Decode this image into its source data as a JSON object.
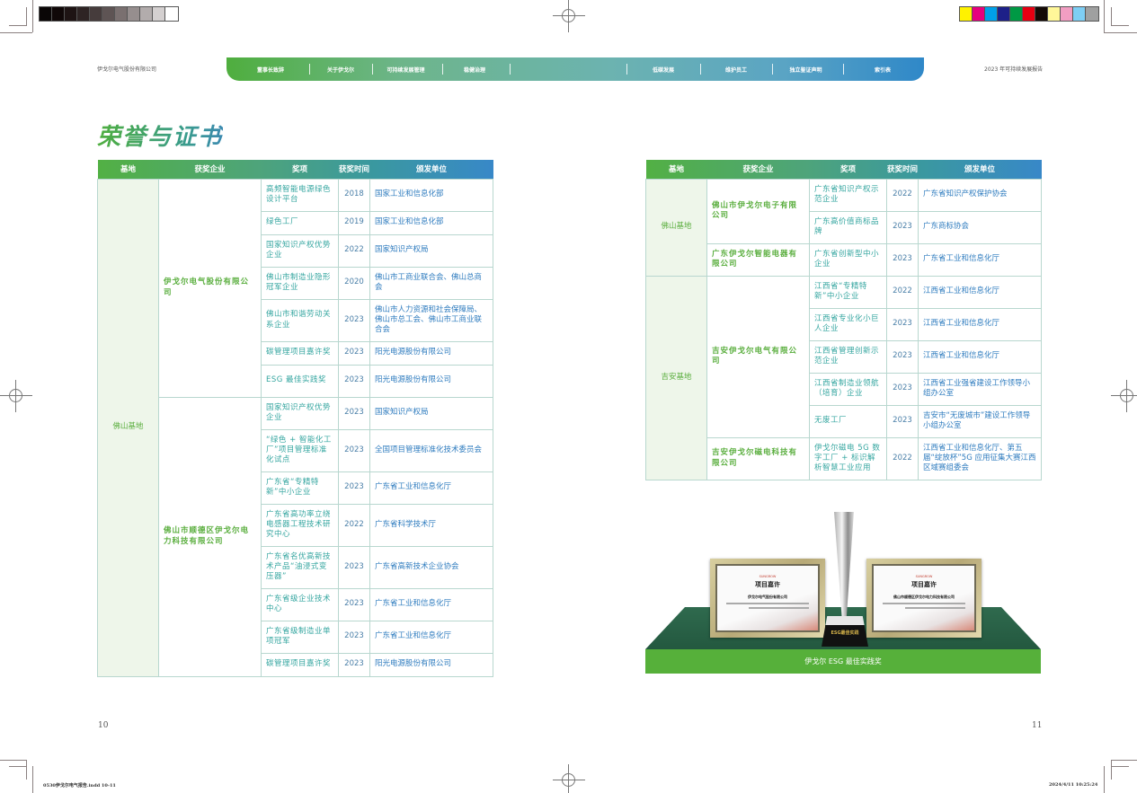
{
  "header": {
    "company_left": "伊戈尔电气股份有限公司",
    "report_right": "2023 年可持续发展报告",
    "nav": [
      {
        "label": "董事长致辞"
      },
      {
        "label": "关于伊戈尔"
      },
      {
        "label": "可持续发展管理"
      },
      {
        "label": "稳健治理"
      },
      {
        "label": ""
      },
      {
        "label": "低碳发展"
      },
      {
        "label": "维护员工"
      },
      {
        "label": "独立鉴证声明"
      },
      {
        "label": "索引表"
      }
    ]
  },
  "page_title": "荣誉与证书",
  "table_headers": [
    "基地",
    "获奖企业",
    "奖项",
    "获奖时间",
    "颁发单位"
  ],
  "left_table": {
    "base": "佛山基地",
    "groups": [
      {
        "company": "伊戈尔电气股份有限公司",
        "rows": [
          {
            "award": "高频智能电源绿色设计平台",
            "year": "2018",
            "issuer": "国家工业和信息化部"
          },
          {
            "award": "绿色工厂",
            "year": "2019",
            "issuer": "国家工业和信息化部"
          },
          {
            "award": "国家知识产权优势企业",
            "year": "2022",
            "issuer": "国家知识产权局"
          },
          {
            "award": "佛山市制造业隐形冠军企业",
            "year": "2020",
            "issuer": "佛山市工商业联合会、佛山总商会"
          },
          {
            "award": "佛山市和谐劳动关系企业",
            "year": "2023",
            "issuer": "佛山市人力资源和社会保障局、佛山市总工会、佛山市工商业联合会"
          },
          {
            "award": "碳管理项目嘉许奖",
            "year": "2023",
            "issuer": "阳光电源股份有限公司"
          },
          {
            "award": "ESG 最佳实践奖",
            "year": "2023",
            "issuer": "阳光电源股份有限公司"
          }
        ]
      },
      {
        "company": "佛山市顺德区伊戈尔电力科技有限公司",
        "rows": [
          {
            "award": "国家知识产权优势企业",
            "year": "2023",
            "issuer": "国家知识产权局"
          },
          {
            "award": "“绿色 + 智能化工厂”项目管理标准化试点",
            "year": "2023",
            "issuer": "全国项目管理标准化技术委员会"
          },
          {
            "award": "广东省“专精特新”中小企业",
            "year": "2023",
            "issuer": "广东省工业和信息化厅"
          },
          {
            "award": "广东省高功率立绕电感器工程技术研究中心",
            "year": "2022",
            "issuer": "广东省科学技术厅"
          },
          {
            "award": "广东省名优高新技术产品“油浸式变压器”",
            "year": "2023",
            "issuer": "广东省高新技术企业协会"
          },
          {
            "award": "广东省级企业技术中心",
            "year": "2023",
            "issuer": "广东省工业和信息化厅"
          },
          {
            "award": "广东省级制造业单项冠军",
            "year": "2023",
            "issuer": "广东省工业和信息化厅"
          },
          {
            "award": "碳管理项目嘉许奖",
            "year": "2023",
            "issuer": "阳光电源股份有限公司"
          }
        ]
      }
    ]
  },
  "right_table": {
    "sections": [
      {
        "base": "佛山基地",
        "groups": [
          {
            "company": "佛山市伊戈尔电子有限公司",
            "rows": [
              {
                "award": "广东省知识产权示范企业",
                "year": "2022",
                "issuer": "广东省知识产权保护协会"
              },
              {
                "award": "广东高价值商标品牌",
                "year": "2023",
                "issuer": "广东商标协会"
              }
            ]
          },
          {
            "company": "广东伊戈尔智能电器有限公司",
            "rows": [
              {
                "award": "广东省创新型中小企业",
                "year": "2023",
                "issuer": "广东省工业和信息化厅"
              }
            ]
          }
        ]
      },
      {
        "base": "吉安基地",
        "groups": [
          {
            "company": "吉安伊戈尔电气有限公司",
            "rows": [
              {
                "award": "江西省“专精特新”中小企业",
                "year": "2022",
                "issuer": "江西省工业和信息化厅"
              },
              {
                "award": "江西省专业化小巨人企业",
                "year": "2023",
                "issuer": "江西省工业和信息化厅"
              },
              {
                "award": "江西省管理创新示范企业",
                "year": "2023",
                "issuer": "江西省工业和信息化厅"
              },
              {
                "award": "江西省制造业领航（培育）企业",
                "year": "2023",
                "issuer": "江西省工业强省建设工作领导小组办公室"
              },
              {
                "award": "无废工厂",
                "year": "2023",
                "issuer": "吉安市“无废城市”建设工作领导小组办公室"
              }
            ]
          },
          {
            "company": "吉安伊戈尔磁电科技有限公司",
            "rows": [
              {
                "award": "伊戈尔磁电 5G 数字工厂 + 标识解析智慧工业应用",
                "year": "2022",
                "issuer": "江西省工业和信息化厅、第五届“绽放杯”5G 应用征集大赛江西区域赛组委会"
              }
            ]
          }
        ]
      }
    ]
  },
  "photo": {
    "caption": "伊戈尔 ESG 最佳实践奖",
    "certificates": [
      {
        "title": "项目嘉许",
        "recipient": "伊戈尔电气股份有限公司"
      },
      {
        "title": "项目嘉许",
        "recipient": "佛山市顺德区伊戈尔电力科技有限公司"
      }
    ],
    "trophy_label": "ESG最佳实践"
  },
  "footer": {
    "page_left": "10",
    "page_right": "11",
    "slug_left": "0530伊戈尔电气报告.indd 10-11",
    "slug_right": "2024/4/11 10:25:24"
  },
  "swatches": {
    "gray": [
      "#0a0606",
      "#100808",
      "#1e1414",
      "#2e2424",
      "#463c3c",
      "#5e5454",
      "#7a7070",
      "#968e8e",
      "#b2acac",
      "#d4d0d0",
      "#ffffff"
    ],
    "color": [
      "#fff200",
      "#e6007e",
      "#00a0e9",
      "#1d2088",
      "#009944",
      "#e60012",
      "#140a06",
      "#fff799",
      "#f19ec2",
      "#7ecef4",
      "#9fa0a0"
    ]
  }
}
